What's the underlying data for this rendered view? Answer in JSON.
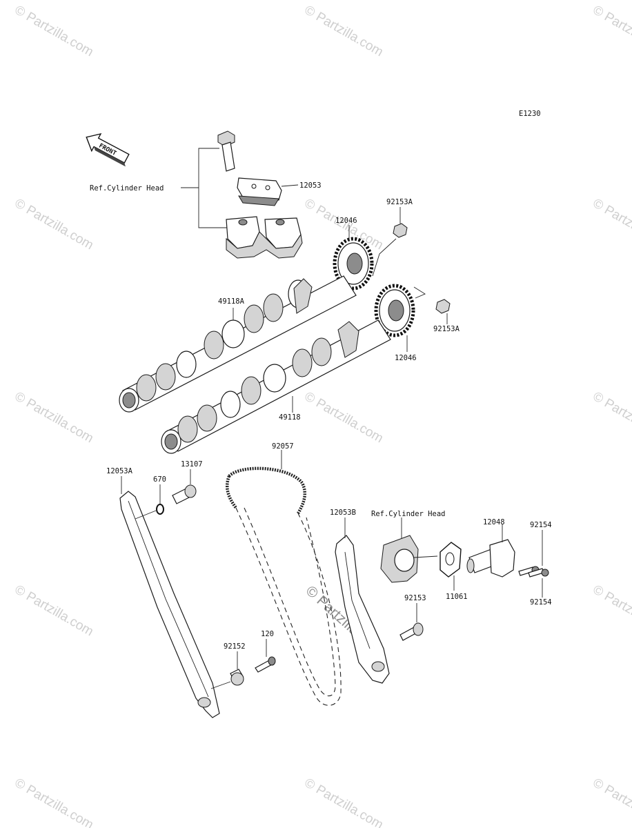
{
  "diagram": {
    "code": "E1230",
    "front_label": "FRONT",
    "watermark": "© Partzilla.com",
    "ref_labels": [
      "Ref.Cylinder Head",
      "Ref.Cylinder Head"
    ],
    "parts": [
      {
        "id": "12053"
      },
      {
        "id": "92153A"
      },
      {
        "id": "12046"
      },
      {
        "id": "49118A"
      },
      {
        "id": "92153A"
      },
      {
        "id": "12046"
      },
      {
        "id": "49118"
      },
      {
        "id": "92057"
      },
      {
        "id": "12053A"
      },
      {
        "id": "670"
      },
      {
        "id": "13107"
      },
      {
        "id": "12053B"
      },
      {
        "id": "12048"
      },
      {
        "id": "92154"
      },
      {
        "id": "11061"
      },
      {
        "id": "92154"
      },
      {
        "id": "92153"
      },
      {
        "id": "120"
      },
      {
        "id": "92152"
      }
    ]
  }
}
